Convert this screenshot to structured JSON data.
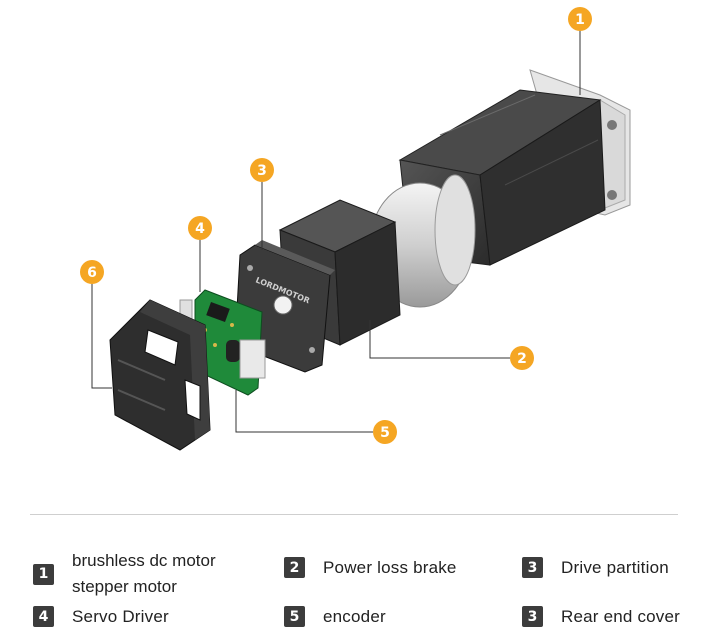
{
  "callouts": [
    {
      "number": "1"
    },
    {
      "number": "2"
    },
    {
      "number": "3"
    },
    {
      "number": "4"
    },
    {
      "number": "5"
    },
    {
      "number": "6"
    }
  ],
  "pcb_marking": "LORDMOTOR",
  "colors": {
    "callout_orange": "#F5A623",
    "motor_dark": "#3a3a3a",
    "pcb_green": "#1f8a3a",
    "legend_box": "#3c3c3c"
  },
  "legend": [
    {
      "number": "1",
      "lines": [
        "brushless dc motor",
        "stepper motor"
      ]
    },
    {
      "number": "2",
      "label": "Power loss brake"
    },
    {
      "number": "3",
      "label": "Drive partition"
    },
    {
      "number": "4",
      "label": "Servo Driver"
    },
    {
      "number": "5",
      "label": "encoder"
    },
    {
      "number": "3",
      "label": "Rear end cover"
    }
  ]
}
